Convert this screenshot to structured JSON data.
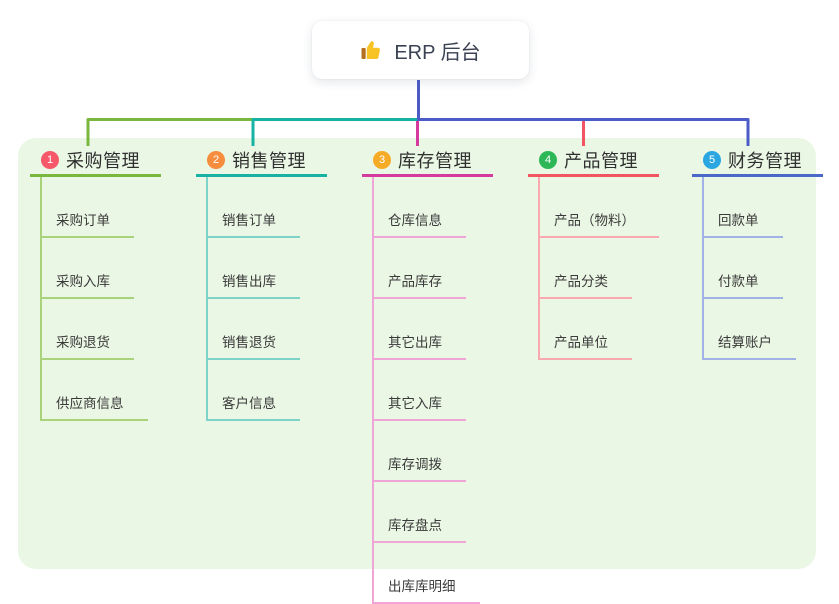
{
  "root": {
    "label": "ERP 后台",
    "icon": "thumbs-up"
  },
  "canvas": {
    "background": "#ffffff",
    "panel_background": "#ebf7e5"
  },
  "trunk_color": "#4b5cc9",
  "branches": [
    {
      "number": "1",
      "label": "采购管理",
      "badge_color": "#f6586a",
      "line_color": "#79b73f",
      "child_line_color": "#a8d37b",
      "children": [
        "采购订单",
        "采购入库",
        "采购退货",
        "供应商信息"
      ]
    },
    {
      "number": "2",
      "label": "销售管理",
      "badge_color": "#f68e3d",
      "line_color": "#16b3a4",
      "child_line_color": "#7ed3c9",
      "children": [
        "销售订单",
        "销售出库",
        "销售退货",
        "客户信息"
      ]
    },
    {
      "number": "3",
      "label": "库存管理",
      "badge_color": "#f6ab27",
      "line_color": "#d53a9f",
      "child_line_color": "#f0a5d6",
      "children": [
        "仓库信息",
        "产品库存",
        "其它出库",
        "其它入库",
        "库存调拨",
        "库存盘点",
        "出库库明细"
      ]
    },
    {
      "number": "4",
      "label": "产品管理",
      "badge_color": "#2db757",
      "line_color": "#f25461",
      "child_line_color": "#f9a8b0",
      "children": [
        "产品（物料）",
        "产品分类",
        "产品单位"
      ]
    },
    {
      "number": "5",
      "label": "财务管理",
      "badge_color": "#2aa7e0",
      "line_color": "#4a68c8",
      "child_line_color": "#a0b2e5",
      "children": [
        "回款单",
        "付款单",
        "结算账户"
      ]
    }
  ]
}
